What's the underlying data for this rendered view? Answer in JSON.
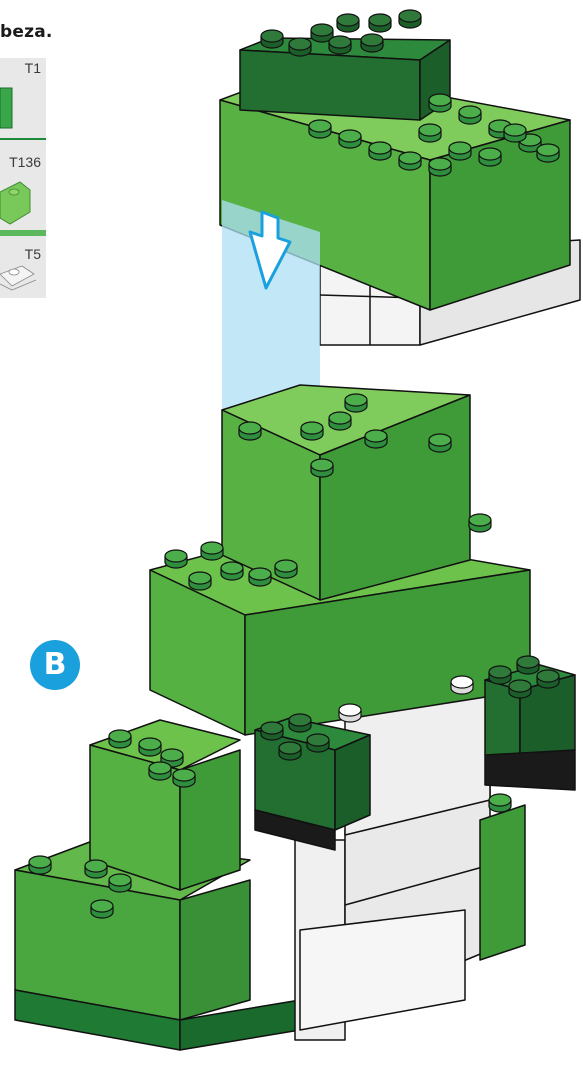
{
  "heading": "beza.",
  "step_label": "B",
  "parts": [
    {
      "code": "T1",
      "icon": "green-2x2-brick-icon",
      "bar_color": "#1e8a3c"
    },
    {
      "code": "T136",
      "icon": "light-green-2x4-brick-icon",
      "bar_color": "#5cb85c"
    },
    {
      "code": "T5",
      "icon": "white-plate-icon",
      "bar_color": null
    }
  ],
  "colors": {
    "badge": "#1aa0dc",
    "dark_green": "#2b7a3a",
    "mid_green": "#49a83d",
    "light_green": "#6cc24a",
    "white_brick": "#f2f2f2",
    "guide_beam": "#aee0f5"
  },
  "arrow_icon": "down-arrow-icon"
}
